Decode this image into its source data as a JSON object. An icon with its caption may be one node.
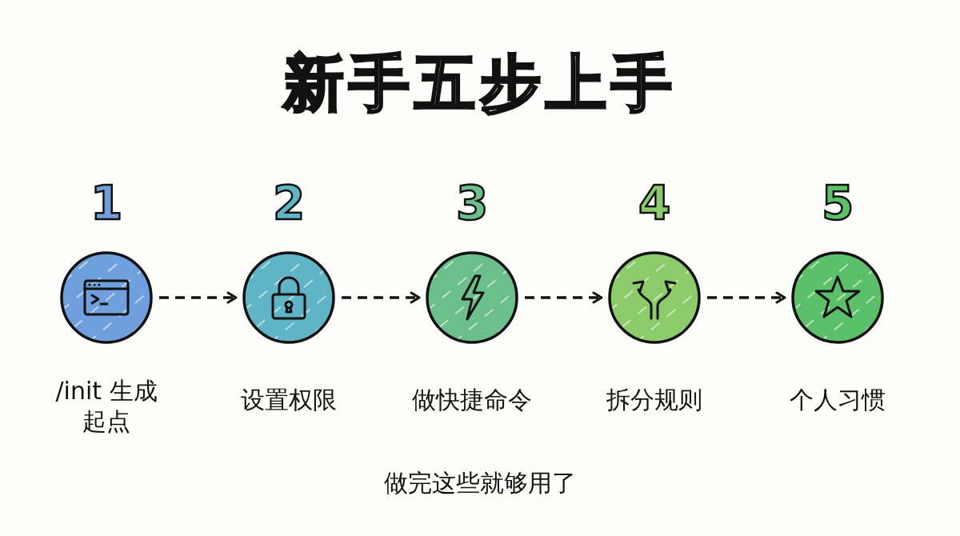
{
  "diagram": {
    "title": "新手五步上手",
    "caption": "做完这些就够用了",
    "nodes": [
      {
        "text": [
          "1"
        ],
        "beside": [
          "/init 生成起点"
        ]
      },
      {
        "text": [
          "2"
        ],
        "beside": [
          "设置权限"
        ]
      },
      {
        "text": [
          "3"
        ],
        "beside": [
          "做快捷命令"
        ]
      },
      {
        "text": [
          "4"
        ],
        "beside": [
          "拆分规则"
        ]
      },
      {
        "text": [
          "5"
        ],
        "beside": [
          "个人习惯"
        ]
      }
    ],
    "edges": [
      {
        "from": 0,
        "to": 1,
        "arrow": "to",
        "style": "dashed"
      },
      {
        "from": 1,
        "to": 2,
        "arrow": "to",
        "style": "dashed"
      },
      {
        "from": 2,
        "to": 3,
        "arrow": "to",
        "style": "dashed"
      },
      {
        "from": 3,
        "to": 4,
        "arrow": "to",
        "style": "dashed"
      }
    ]
  }
}
